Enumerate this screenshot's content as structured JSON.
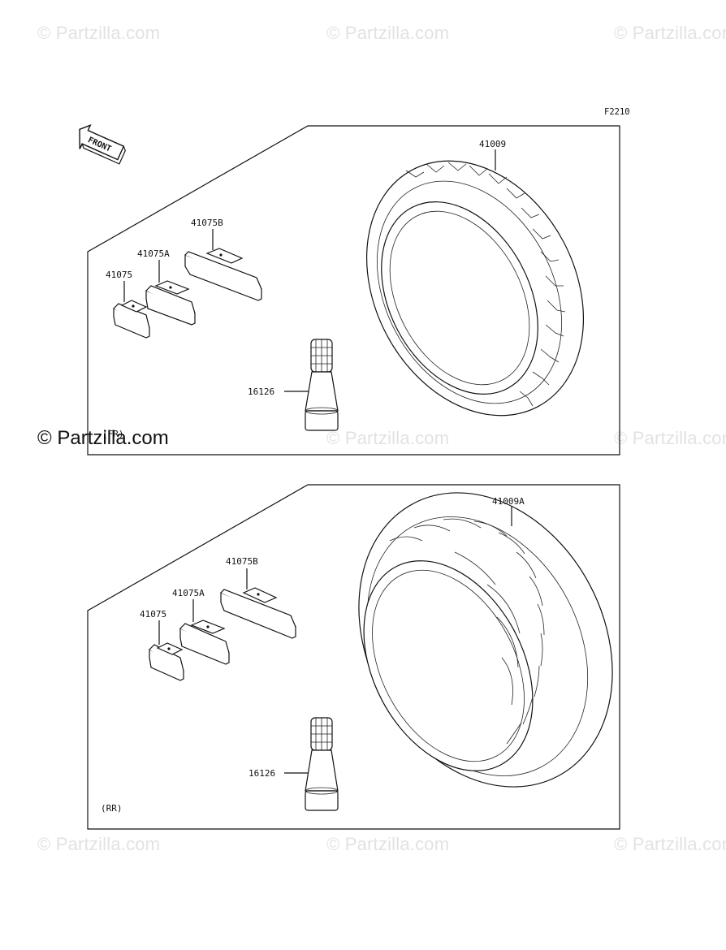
{
  "watermark": "© Partzilla.com",
  "figure_code": "F2210",
  "front_label": "FRONT",
  "front_panel": {
    "section_label": "(FR)",
    "parts": {
      "tire": "41009",
      "weight_b": "41075B",
      "weight_a": "41075A",
      "weight": "41075",
      "valve": "16126"
    }
  },
  "rear_panel": {
    "section_label": "(RR)",
    "parts": {
      "tire": "41009A",
      "weight_b": "41075B",
      "weight_a": "41075A",
      "weight": "41075",
      "valve": "16126"
    }
  }
}
